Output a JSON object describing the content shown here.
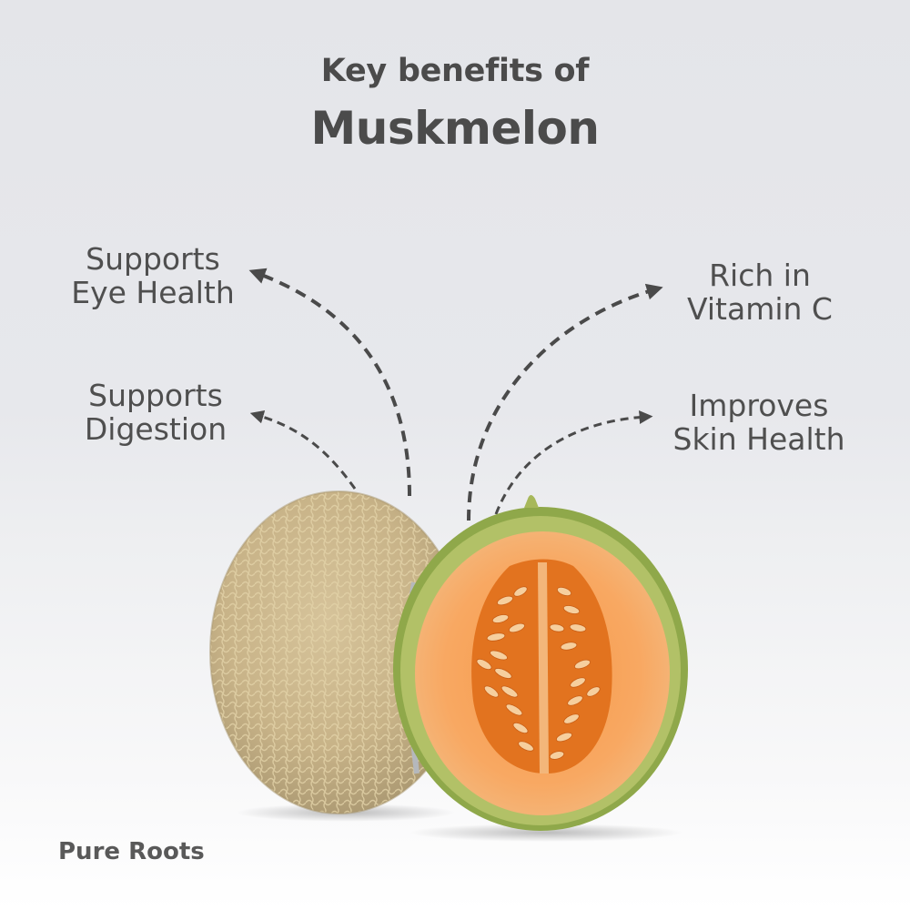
{
  "title": {
    "line1": "Key benefits of",
    "line2": "Muskmelon"
  },
  "benefits": [
    {
      "id": "eye",
      "line1": "Supports",
      "line2": "Eye Health",
      "side": "left"
    },
    {
      "id": "digestion",
      "line1": "Supports",
      "line2": "Digestion",
      "side": "left"
    },
    {
      "id": "vitamin-c",
      "line1": "Rich in",
      "line2": "Vitamin C",
      "side": "right"
    },
    {
      "id": "skin",
      "line1": "Improves",
      "line2": "Skin Health",
      "side": "right"
    }
  ],
  "brand": "Pure Roots",
  "colors": {
    "background_top": "#e4e5e9",
    "background_bottom": "#ffffff",
    "text": "#4b4b4b",
    "arrow": "#4a4a4a",
    "melon_rind": "#c9b58a",
    "melon_flesh": "#f7a35c",
    "melon_skin_green": "#9cb45a"
  },
  "illustration": {
    "whole_melon": "cantaloupe-whole",
    "half_melon": "cantaloupe-half-cut"
  }
}
